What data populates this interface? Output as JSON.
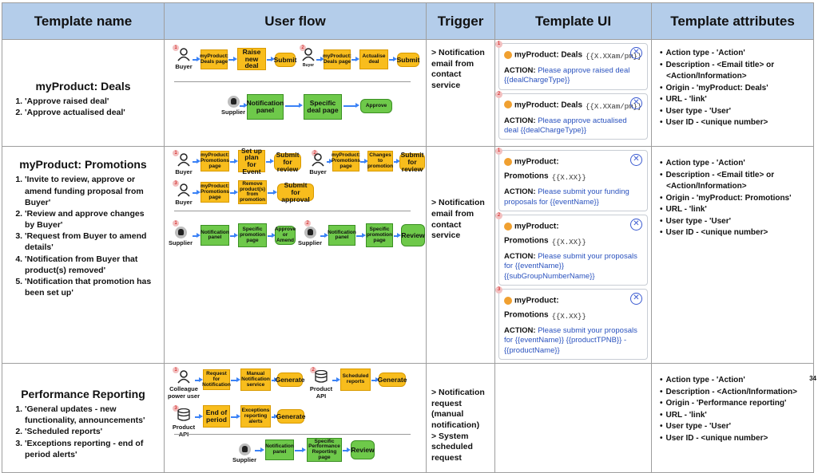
{
  "headers": [
    "Template name",
    "User flow",
    "Trigger",
    "Template UI",
    "Template attributes"
  ],
  "rows": [
    {
      "name": "myProduct: Deals",
      "items": [
        "'Approve raised deal'",
        "'Approve actualised deal'"
      ],
      "trigger": [
        "> Notification email from contact service"
      ],
      "cards": [
        {
          "num": "1",
          "title": "myProduct: Deals",
          "ts": "{{X.XXam/pm}}",
          "action": "Please approve raised deal {{dealChargeType}}"
        },
        {
          "num": "2",
          "title": "myProduct: Deals",
          "ts": "{{X.XXam/pm}}",
          "action": "Please approve actualised deal {{dealChargeType}}"
        }
      ],
      "attrs": [
        "Action type - 'Action'",
        "Description - <Email title> or <Action/Information>",
        "Origin - 'myProduct: Deals'",
        "URL - 'link'",
        "User type - 'User'",
        "User ID - <unique number>"
      ],
      "flow": {
        "buyer": "Buyer",
        "buyer_small": "Buyer",
        "supplier": "Supplier",
        "n1": "myProduct: Deals page",
        "n2": "Raise new deal",
        "n3": "Submit",
        "n4": "myProduct: Deals page",
        "n5": "Actualise deal",
        "n6": "Submit",
        "s1": "Notification panel",
        "s2": "Specific deal page",
        "s3": "Approve"
      }
    },
    {
      "name": "myProduct: Promotions",
      "items": [
        "'Invite to review, approve or amend funding proposal from Buyer'",
        "'Review and approve changes by Buyer'",
        "'Request from Buyer to amend details'",
        "'Notification from Buyer that product(s) removed'",
        "'Notification that promotion has been set up'"
      ],
      "trigger": [
        "> Notification email from contact service"
      ],
      "cards": [
        {
          "num": "1",
          "title": "myProduct: Promotions",
          "ts": "{{X.XX}}",
          "action": "Please submit your funding proposals for {{eventName}}"
        },
        {
          "num": "2",
          "title": "myProduct: Promotions",
          "ts": "{{X.XX}}",
          "action": "Please submit your proposals for {{eventName}} {{subGroupNumberName}}"
        },
        {
          "num": "3",
          "title": "myProduct: Promotions",
          "ts": "{{X.XX}}",
          "action": "Please submit your proposals for {{eventName}} {{productTPNB}} - {{productName}}"
        }
      ],
      "attrs": [
        "Action type - 'Action'",
        "Description - <Email title> or <Action/Information>",
        "Origin - 'myProduct: Promotions'",
        "URL - 'link'",
        "User type - 'User'",
        "User ID - <unique number>"
      ],
      "flow": {
        "buyer": "Buyer",
        "supplier": "Supplier",
        "a1": "myProduct: Promotions page",
        "a2": "Set up plan for Event",
        "a3": "Submit for review",
        "a4": "myProduct: Promotions page",
        "a5": "Changes to promotion",
        "a6": "Submit for review",
        "b1": "myProduct: Promotions page",
        "b2": "Remove product(s) from promotion",
        "b3": "Submit for approval",
        "c1": "Notification panel",
        "c2": "Specific promotion page",
        "c3": "Approve or Amend",
        "c4": "Notification panel",
        "c5": "Specific promotion page",
        "c6": "Review"
      }
    },
    {
      "name": "Performance Reporting",
      "items": [
        "'General updates - new functionality, announcements'",
        "'Scheduled reports'",
        "'Exceptions reporting - end of period alerts'"
      ],
      "trigger": [
        "> Notification request (manual notification)",
        "> System scheduled request"
      ],
      "cards": [],
      "attrs": [
        "Action type - 'Action'",
        "Description - <Action/Information>",
        "Origin - 'Performance reporting'",
        "URL - 'link'",
        "User type - 'User'",
        "User ID - <unique number>"
      ],
      "flow": {
        "colleague": "Colleague power user",
        "api1": "Product API",
        "api2": "Product API",
        "supplier": "Supplier",
        "p1": "Request for Notification",
        "p2": "Manual Notification service",
        "p3": "Generate",
        "p4": "Scheduled reports",
        "p5": "Generate",
        "p6": "End of period",
        "p7": "Exceptions reporting alerts",
        "p8": "Generate",
        "p9": "Notification panel",
        "p10": "Specific Performance Reporting page",
        "p11": "Review"
      }
    }
  ],
  "action_label": "ACTION:",
  "page_number": "34"
}
